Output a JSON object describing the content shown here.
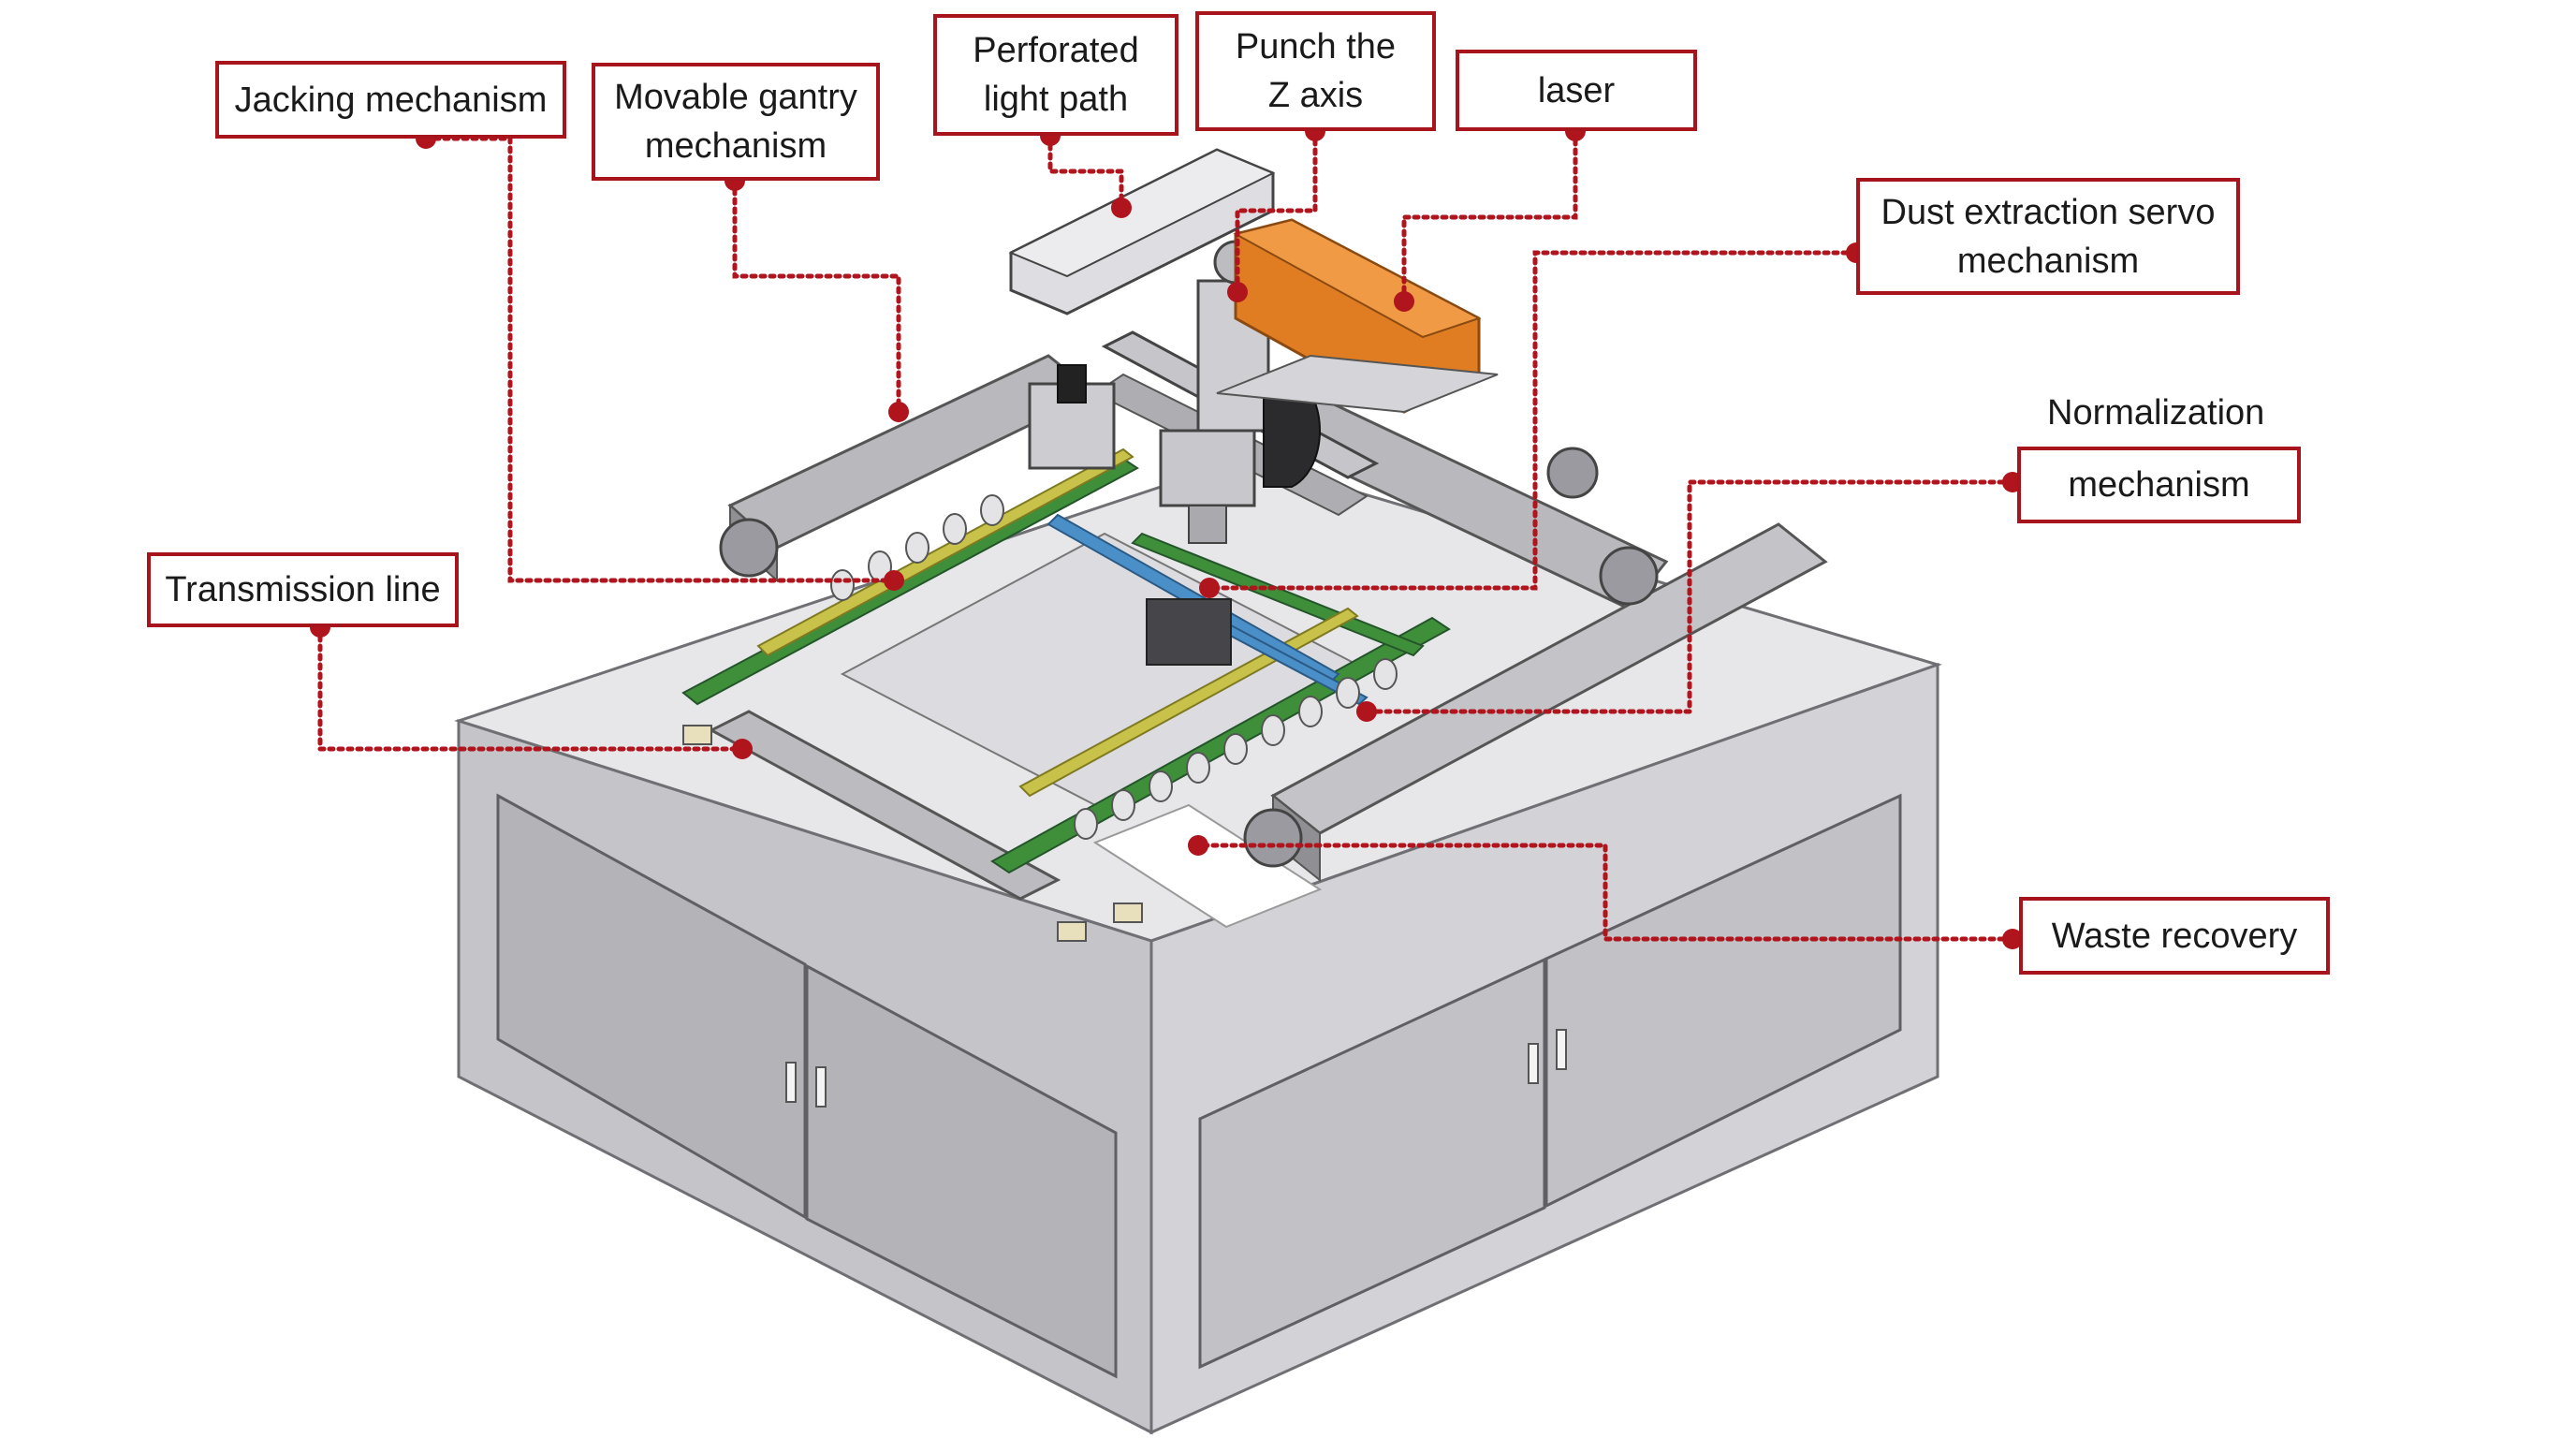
{
  "colors": {
    "callout": "#b0141c",
    "cabinet": "#cfcfd3",
    "cabinet_dark": "#8e8e93",
    "rail": "#a6a6a6",
    "belt": "#3f8f3a",
    "guide": "#c9c24a",
    "laser_body": "#e07d22",
    "blue_rail": "#4b8fc9"
  },
  "labels": {
    "jacking": "Jacking mechanism",
    "gantry": [
      "Movable gantry",
      "mechanism"
    ],
    "light_path": [
      "Perforated",
      "light path"
    ],
    "punch_z": [
      "Punch the",
      "Z axis"
    ],
    "laser": "laser",
    "dust": [
      "Dust extraction servo",
      "mechanism"
    ],
    "normalization_top": "Normalization",
    "normalization_bottom": "mechanism",
    "transmission": "Transmission line",
    "waste": "Waste recovery"
  }
}
